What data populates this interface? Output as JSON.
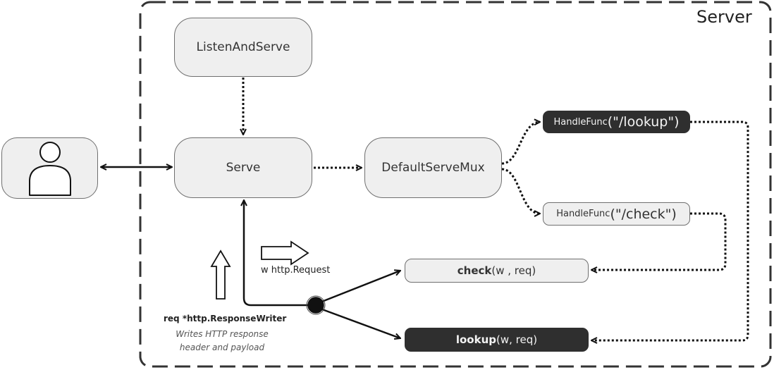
{
  "server": {
    "title": "Server"
  },
  "nodes": {
    "listen_and_serve": "ListenAndServe",
    "serve": "Serve",
    "default_serve_mux": "DefaultServeMux",
    "handle_lookup": {
      "func": "HandleFunc",
      "arg": "(\"/lookup\")"
    },
    "handle_check": {
      "func": "HandleFunc",
      "arg": "(\"/check\")"
    },
    "check_handler": {
      "name": "check",
      "args": "(w , req)"
    },
    "lookup_handler": {
      "name": "lookup",
      "args": "(w, req)"
    }
  },
  "labels": {
    "request": "w http.Request",
    "response_writer": "req *http.ResponseWriter",
    "response_desc_line1": "Writes HTTP response",
    "response_desc_line2": "header and payload"
  },
  "icons": {
    "user": "user-icon"
  },
  "colors": {
    "node_fill": "#efefef",
    "dark_node_fill": "#2f2f2f",
    "line": "#111111"
  }
}
